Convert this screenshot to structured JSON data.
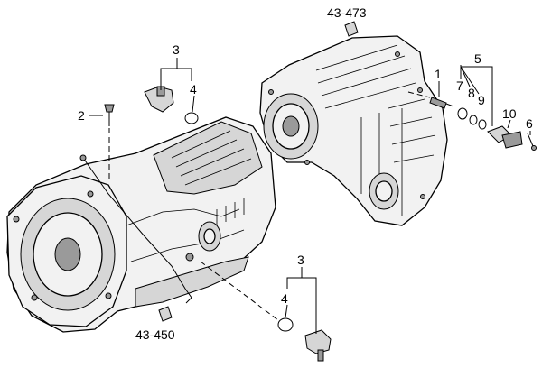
{
  "references": {
    "transfer_case": "43-473",
    "transmission": "43-450"
  },
  "callouts": {
    "c1": "1",
    "c2": "2",
    "c3_top": "3",
    "c4_top": "4",
    "c5": "5",
    "c6": "6",
    "c7": "7",
    "c8": "8",
    "c9": "9",
    "c10": "10",
    "c3_bottom": "3",
    "c4_bottom": "4"
  }
}
